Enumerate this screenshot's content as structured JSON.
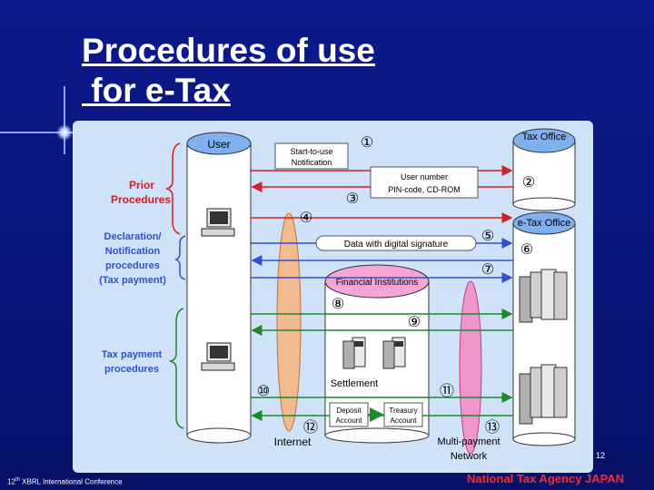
{
  "slide": {
    "title_line1": "Procedures of use",
    "title_line2": " for e-Tax",
    "page_number": "12",
    "footer_left": "12th XBRL International Conference",
    "footer_right": "National Tax Agency JAPAN"
  },
  "diagram": {
    "user_label": "User",
    "tax_office_label": "Tax Office",
    "etax_office_label": "e-Tax Office",
    "prior_procedures": "Prior Procedures",
    "declaration_procedures": "Declaration/ Notification procedures (Tax payment)",
    "tax_payment_procedures": "Tax payment procedures",
    "start_notification": "Start-to-use Notification",
    "user_number": "User number PIN-code, CD-ROM",
    "data_signature": "Data with digital signature",
    "financial_institutions": "Financial Institutions",
    "settlement": "Settlement",
    "deposit_account": "Deposit Account",
    "treasury_account": "Treasury Account",
    "internet": "Internet",
    "multipayment": "Multi-payment Network",
    "steps": {
      "s1": "①",
      "s2": "②",
      "s3": "③",
      "s4": "④",
      "s5": "⑤",
      "s6": "⑥",
      "s7": "⑦",
      "s8": "⑧",
      "s9": "⑨",
      "s10": "⑩",
      "s11": "⑪",
      "s12": "⑫",
      "s13": "⑬"
    }
  },
  "colors": {
    "arrow_red": "#d42020",
    "arrow_blue": "#3050d0",
    "arrow_green": "#1a8a2a",
    "ellipse_orange": "#f7b37c",
    "ellipse_pink": "#f48ac0",
    "panel_bg": "#cfe2f7"
  }
}
